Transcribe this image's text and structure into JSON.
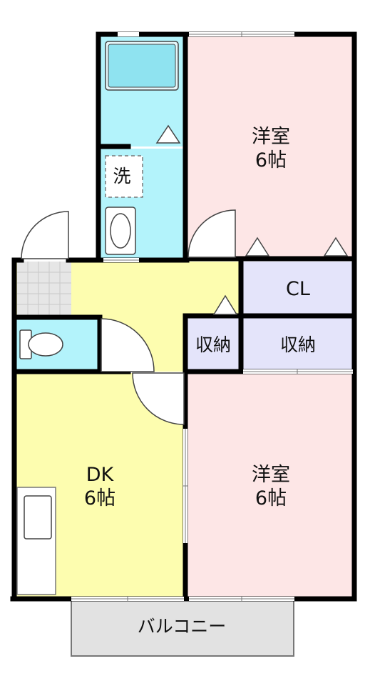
{
  "rooms": {
    "western_room_top": {
      "name": "洋室",
      "size": "6帖",
      "color": "#fde6e6"
    },
    "western_room_bottom": {
      "name": "洋室",
      "size": "6帖",
      "color": "#fde6e6"
    },
    "dk": {
      "name": "DK",
      "size": "6帖",
      "color": "#fdfdaf"
    },
    "hall": {
      "color": "#fdfdaf"
    },
    "closet": {
      "name": "CL",
      "color": "#e4e4fa"
    },
    "storage_left": {
      "name": "収納",
      "color": "#e4e4fa"
    },
    "storage_right": {
      "name": "収納",
      "color": "#e4e4fa"
    },
    "bathroom": {
      "color": "#b3f3fb"
    },
    "washroom": {
      "name": "洗",
      "color": "#b3f3fb"
    },
    "toilet": {
      "color": "#b3f3fb"
    },
    "balcony": {
      "name": "バルコニー",
      "color": "#e2e2e2"
    }
  },
  "colors": {
    "wall": "#000000",
    "entrance_tile": "#e6e6e6"
  }
}
